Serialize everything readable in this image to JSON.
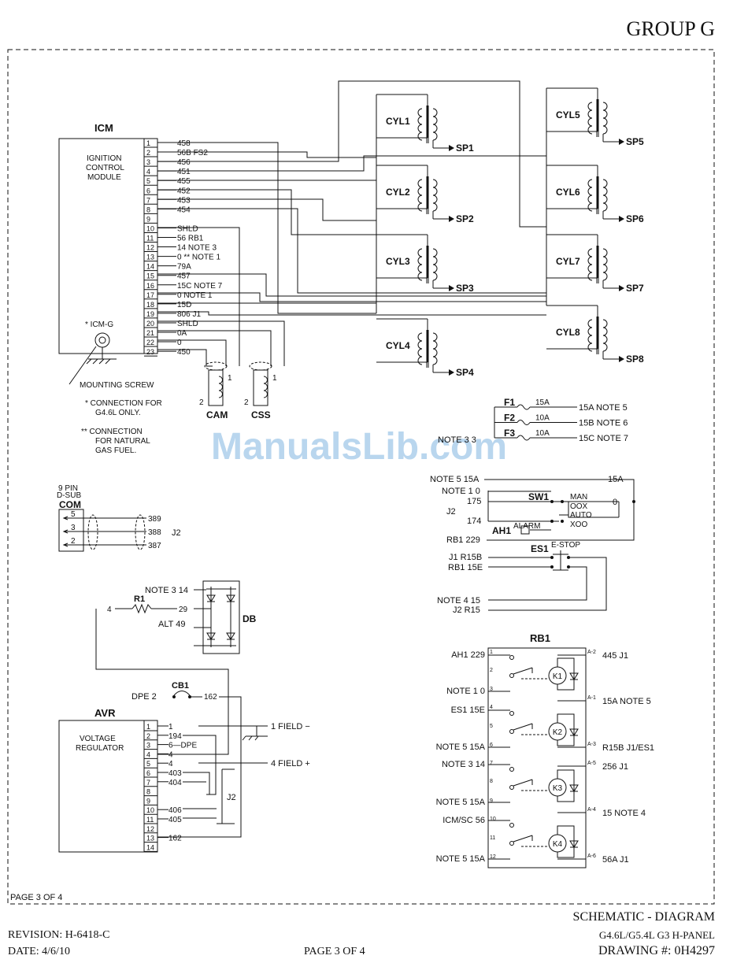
{
  "header": {
    "group": "GROUP G"
  },
  "watermark": "ManualsLib.com",
  "icm": {
    "title": "ICM",
    "label_lines": [
      "IGNITION",
      "CONTROL",
      "MODULE"
    ],
    "pins": [
      "1",
      "2",
      "3",
      "4",
      "5",
      "6",
      "7",
      "8",
      "9",
      "10",
      "11",
      "12",
      "13",
      "14",
      "15",
      "16",
      "17",
      "18",
      "19",
      "20",
      "21",
      "22",
      "23"
    ],
    "wires": [
      "458",
      "56B FS2",
      "456",
      "451",
      "455",
      "452",
      "453",
      "454",
      "",
      "SHLD",
      "56 RB1",
      "14 NOTE 3",
      "0 ** NOTE 1",
      "79A",
      "457",
      "15C NOTE 7",
      "0 NOTE 1",
      "15D",
      "806 J1",
      "SHLD",
      "0A",
      "0",
      "450"
    ],
    "ground_label": "* ICM-G",
    "mounting": "MOUNTING SCREW",
    "note1": [
      "* CONNECTION FOR",
      "G4.6L ONLY."
    ],
    "note2": [
      "** CONNECTION",
      "FOR NATURAL",
      "GAS FUEL."
    ]
  },
  "cylinders": [
    {
      "name": "CYL1",
      "plug": "SP1"
    },
    {
      "name": "CYL2",
      "plug": "SP2"
    },
    {
      "name": "CYL3",
      "plug": "SP3"
    },
    {
      "name": "CYL4",
      "plug": "SP4"
    },
    {
      "name": "CYL5",
      "plug": "SP5"
    },
    {
      "name": "CYL6",
      "plug": "SP6"
    },
    {
      "name": "CYL7",
      "plug": "SP7"
    },
    {
      "name": "CYL8",
      "plug": "SP8"
    }
  ],
  "sensors": [
    {
      "name": "CAM",
      "p1": "1",
      "p2": "2"
    },
    {
      "name": "CSS",
      "p1": "1",
      "p2": "2"
    }
  ],
  "fuses": [
    {
      "name": "F1",
      "rating": "15A",
      "out": "15A  NOTE 5"
    },
    {
      "name": "F2",
      "rating": "10A",
      "out": "15B  NOTE 6"
    },
    {
      "name": "F3",
      "rating": "10A",
      "out": "15C  NOTE 7"
    }
  ],
  "fuse_in": "NOTE 3  3",
  "com": {
    "title": "COM",
    "sub1": "9 PIN",
    "sub2": "D-SUB",
    "pins": [
      "5",
      "3",
      "2"
    ],
    "wires": [
      "389",
      "388",
      "387"
    ],
    "conn": "J2"
  },
  "db": {
    "title": "DB",
    "in1": "NOTE 3  14",
    "in2": "ALT  49",
    "r": "R1",
    "w1": "4",
    "w2": "29"
  },
  "cb1": {
    "title": "CB1",
    "in": "DPE  2",
    "out": "162"
  },
  "avr": {
    "title": "AVR",
    "label_lines": [
      "VOLTAGE",
      "REGULATOR"
    ],
    "pins": [
      "1",
      "2",
      "3",
      "4",
      "5",
      "6",
      "7",
      "8",
      "9",
      "10",
      "11",
      "12",
      "13",
      "14"
    ],
    "wires": [
      "1",
      "194",
      "6—DPE",
      "4",
      "4",
      "403",
      "404",
      "",
      "",
      "406",
      "405",
      "",
      "162",
      ""
    ],
    "field_neg": "1  FIELD −",
    "field_pos": "4  FIELD +",
    "conn": "J2"
  },
  "sw": {
    "in1": "NOTE 5  15A",
    "in2": "NOTE 1  0",
    "p175": "175",
    "p174": "174",
    "j2": "J2",
    "top": "15A",
    "sw1": "SW1",
    "man": "MAN",
    "oox": "OOX",
    "auto": "AUTO",
    "xoo": "XOO",
    "zero": "0",
    "ah1": "AH1",
    "alarm": "ALARM",
    "rb1_229": "RB1  229",
    "es1": "ES1",
    "estop": "E-STOP",
    "j1r15b": "J1  R15B",
    "rb1_15e": "RB1  15E",
    "note4": "NOTE 4  15",
    "j2r15": "J2  R15"
  },
  "rb1": {
    "title": "RB1",
    "left": [
      "AH1  229",
      "NOTE 1  0",
      "ES1  15E",
      "NOTE 5  15A",
      "NOTE 3  14",
      "NOTE 5  15A",
      "ICM/SC  56",
      "NOTE 5  15A"
    ],
    "right": [
      "445  J1",
      "15A  NOTE 5",
      "R15B  J1/ES1",
      "256  J1",
      "15  NOTE 4",
      "56A  J1"
    ],
    "rpins": [
      "A-2",
      "A-1",
      "A-3",
      "A-5",
      "A-4",
      "A-6"
    ],
    "pins": [
      "1",
      "2",
      "3",
      "4",
      "5",
      "6",
      "7",
      "8",
      "9",
      "10",
      "11",
      "12"
    ],
    "relays": [
      "K1",
      "K2",
      "K3",
      "K4"
    ]
  },
  "footer": {
    "page_box": "PAGE 3 OF 4",
    "title": "SCHEMATIC - DIAGRAM",
    "revision": "REVISION: H-6418-C",
    "model": "G4.6L/G5.4L G3 H-PANEL",
    "date": "DATE: 4/6/10",
    "page": "PAGE 3 OF 4",
    "drawing": "DRAWING #: 0H4297"
  }
}
